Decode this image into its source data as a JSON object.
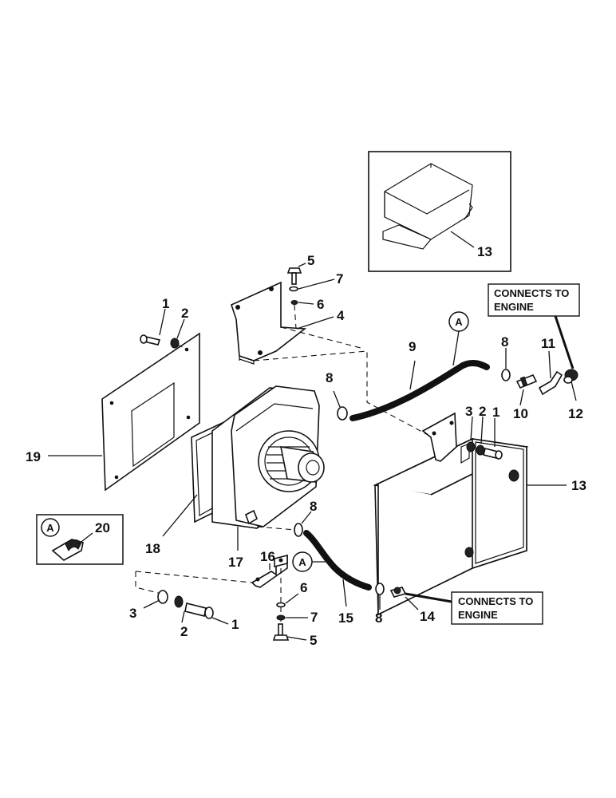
{
  "callouts": {
    "c1a": "1",
    "c2a": "2",
    "c5a": "5",
    "c7a": "7",
    "c6a": "6",
    "c4": "4",
    "c8a": "8",
    "c9": "9",
    "c8b": "8",
    "c11": "11",
    "c10": "10",
    "c12": "12",
    "c3a": "3",
    "c2b": "2",
    "c1b": "1",
    "c13inset": "13",
    "c13": "13",
    "c19": "19",
    "c18": "18",
    "c17": "17",
    "c20": "20",
    "c16": "16",
    "c8c": "8",
    "c6b": "6",
    "c7b": "7",
    "c5b": "5",
    "c3b": "3",
    "c2c": "2",
    "c1c": "1",
    "c15": "15",
    "c8d": "8",
    "c14": "14"
  },
  "notes": {
    "engine_top_line1": "CONNECTS TO",
    "engine_top_line2": "ENGINE",
    "engine_bottom_line1": "CONNECTS TO",
    "engine_bottom_line2": "ENGINE"
  },
  "circle_refs": {
    "hose_top": "A",
    "legend": "A",
    "hose_bottom": "A"
  }
}
